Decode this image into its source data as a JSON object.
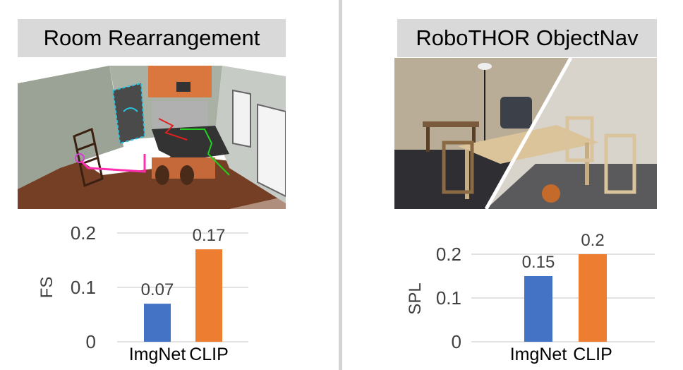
{
  "panels": {
    "left": {
      "title": "Room Rearrangement"
    },
    "right": {
      "title": "RoboTHOR ObjectNav"
    }
  },
  "colors": {
    "imgnet": "#4472c4",
    "clip": "#ed7d31",
    "grid": "#d9d9d9",
    "title_bg": "#d9d9d9"
  },
  "chart_data": [
    {
      "type": "bar",
      "categories": [
        "ImgNet",
        "CLIP"
      ],
      "values": [
        0.07,
        0.17
      ],
      "data_labels": [
        "0.07",
        "0.17"
      ],
      "title": "",
      "xlabel": "",
      "ylabel": "FS",
      "ylim": [
        0,
        0.2
      ],
      "yticks": [
        0,
        0.1,
        0.2
      ],
      "ytick_labels": [
        "0",
        "0.1",
        "0.2"
      ],
      "grid": true,
      "colors": [
        "#4472c4",
        "#ed7d31"
      ]
    },
    {
      "type": "bar",
      "categories": [
        "ImgNet",
        "CLIP"
      ],
      "values": [
        0.15,
        0.2
      ],
      "data_labels": [
        "0.15",
        "0.2"
      ],
      "title": "",
      "xlabel": "",
      "ylabel": "SPL",
      "ylim": [
        0,
        0.2
      ],
      "yticks": [
        0,
        0.1,
        0.2
      ],
      "ytick_labels": [
        "0",
        "0.1",
        "0.2"
      ],
      "grid": true,
      "colors": [
        "#4472c4",
        "#ed7d31"
      ]
    }
  ]
}
